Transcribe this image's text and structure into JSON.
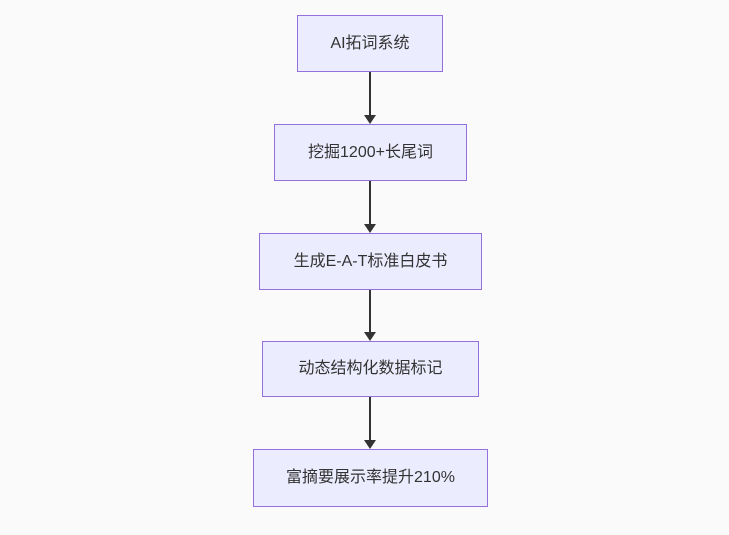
{
  "flowchart": {
    "type": "flowchart-top-down",
    "nodes": [
      {
        "id": "node-1",
        "label": "AI拓词系统"
      },
      {
        "id": "node-2",
        "label": "挖掘1200+长尾词"
      },
      {
        "id": "node-3",
        "label": "生成E-A-T标准白皮书"
      },
      {
        "id": "node-4",
        "label": "动态结构化数据标记"
      },
      {
        "id": "node-5",
        "label": "富摘要展示率提升210%"
      }
    ],
    "edges": [
      {
        "from": "node-1",
        "to": "node-2",
        "style": "arrow-down"
      },
      {
        "from": "node-2",
        "to": "node-3",
        "style": "arrow-down"
      },
      {
        "from": "node-3",
        "to": "node-4",
        "style": "arrow-down"
      },
      {
        "from": "node-4",
        "to": "node-5",
        "style": "arrow-down"
      }
    ],
    "colors": {
      "node_fill": "#ECECFF",
      "node_border": "#9370DB",
      "node_text": "#333333",
      "edge": "#333333",
      "background": "#fafafa"
    }
  }
}
